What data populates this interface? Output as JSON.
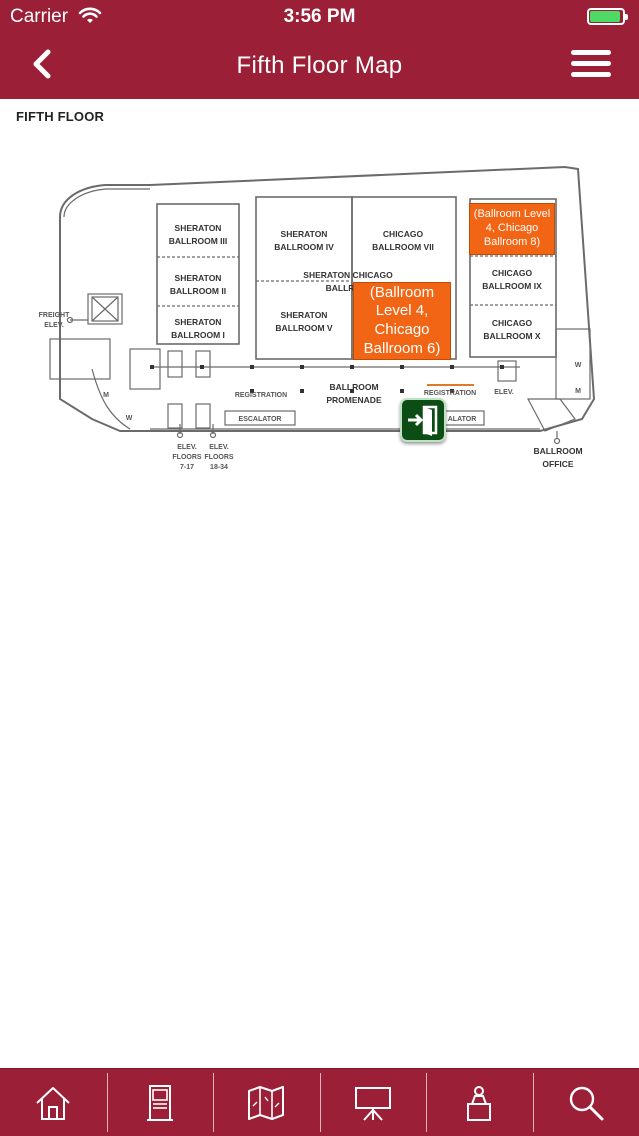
{
  "status_bar": {
    "carrier": "Carrier",
    "time": "3:56 PM",
    "battery_level": 0.95,
    "battery_color": "#4cd964"
  },
  "nav_bar": {
    "title": "Fifth Floor Map",
    "back_icon": "chevron-left-icon",
    "menu_icon": "hamburger-menu-icon",
    "color": "#9b1f36"
  },
  "map": {
    "floor_label": "FIFTH FLOOR",
    "rooms": {
      "sheraton_3": [
        "SHERATON",
        "BALLROOM III"
      ],
      "sheraton_2": [
        "SHERATON",
        "BALLROOM II"
      ],
      "sheraton_1": [
        "SHERATON",
        "BALLROOM I"
      ],
      "sheraton_4": [
        "SHERATON",
        "BALLROOM IV"
      ],
      "sheraton_5": [
        "SHERATON",
        "BALLROOM V"
      ],
      "chicago_7": [
        "CHICAGO",
        "BALLROOM VII"
      ],
      "chicago_9": [
        "CHICAGO",
        "BALLROOM IX"
      ],
      "chicago_10": [
        "CHICAGO",
        "BALLROOM X"
      ],
      "sheraton_chicago": [
        "SHERATON CHICAGO",
        "BALLR"
      ]
    },
    "labels": {
      "freight_elev": [
        "FREIGHT",
        "ELEV."
      ],
      "registration_left": "REGISTRATION",
      "registration_right": "REGISTRATION",
      "ballroom_promenade": [
        "BALLROOM",
        "PROMENADE"
      ],
      "escalator_left": "ESCALATOR",
      "escalator_right": "ALATOR",
      "elev_right": "ELEV.",
      "elev_floors_1": [
        "ELEV.",
        "FLOORS",
        "7-17"
      ],
      "elev_floors_2": [
        "ELEV.",
        "FLOORS",
        "18-34"
      ],
      "ballroom_office": [
        "BALLROOM",
        "OFFICE"
      ],
      "restroom_m": "M",
      "restroom_w": "W"
    },
    "hotspots": [
      {
        "label": "(Ballroom Level 4, Chicago Ballroom 8)",
        "color": "#f26514"
      },
      {
        "label": "(Ballroom Level 4, Chicago Ballroom 6)",
        "color": "#f26514"
      }
    ],
    "exit_marker": {
      "icon": "exit-door-icon",
      "color": "#0c4d16"
    }
  },
  "tab_bar": {
    "color": "#9b1f36",
    "tabs": [
      {
        "icon": "home-icon"
      },
      {
        "icon": "kiosk-icon"
      },
      {
        "icon": "map-icon"
      },
      {
        "icon": "presentation-icon"
      },
      {
        "icon": "exhibitor-icon"
      },
      {
        "icon": "search-icon"
      }
    ]
  }
}
